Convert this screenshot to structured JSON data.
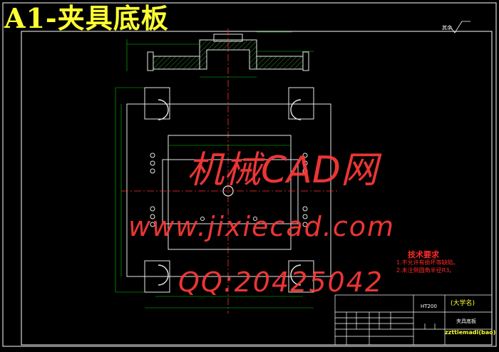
{
  "title": "A1-夹具底板",
  "watermark": {
    "line1": "机械CAD网",
    "line2": "www.jixiecad.com",
    "line3": "QQ:20425042"
  },
  "tech_requirements": {
    "heading": "技术要求",
    "items": [
      "1.不允许有损坏等缺陷。",
      "2.未注倒圆角半径R3。"
    ]
  },
  "title_block": {
    "material": "HT200",
    "school": "(大学名)",
    "part_name": "夹具底板",
    "drawing_no": "zzttiemadi(bao)"
  },
  "roughness_note": "其余",
  "colors": {
    "background": "#000000",
    "title": "#ffff33",
    "watermark": "#ff3a3a",
    "outline": "#ffffff",
    "center_line": "#ff3030",
    "dimension": "#00d000",
    "hatch": "#2f8f2f",
    "part_line": "#e8e8e8"
  }
}
